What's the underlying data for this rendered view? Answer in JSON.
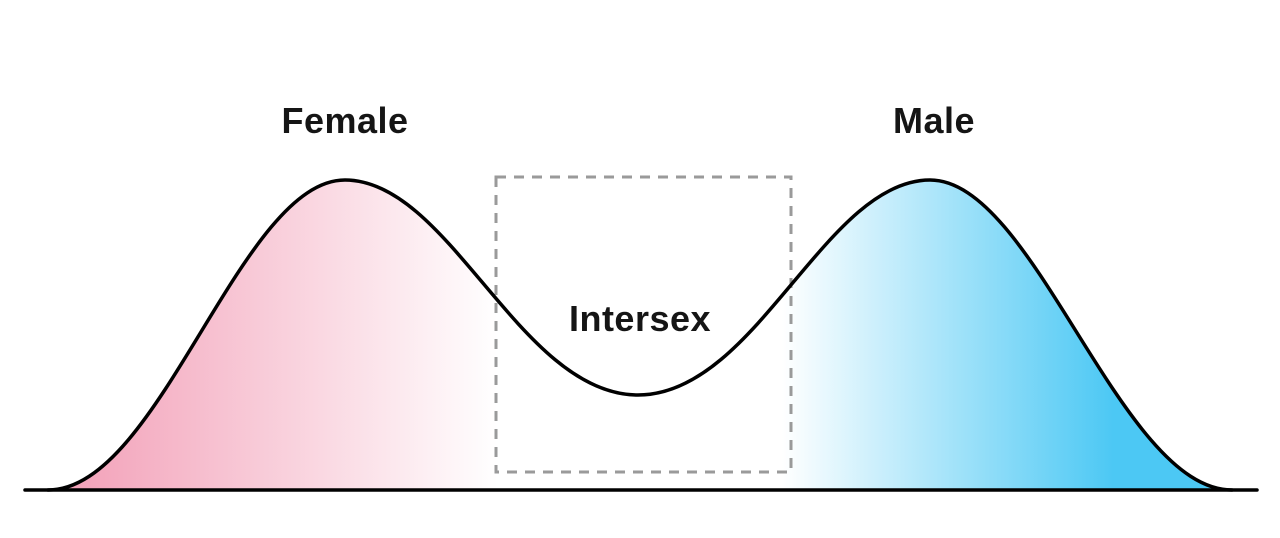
{
  "diagram": {
    "description": "Bimodal distribution of sex characteristics with female and male peaks and an intersex valley highlighted by a dashed box",
    "labels": {
      "female": "Female",
      "male": "Male",
      "intersex": "Intersex"
    }
  },
  "colors": {
    "female_pink": "#f29cb5",
    "male_blue": "#4cc8f4",
    "white": "#ffffff",
    "outline": "#000000",
    "dashed_box": "#9a9a9a",
    "text": "#151515",
    "background": "#ffffff"
  }
}
